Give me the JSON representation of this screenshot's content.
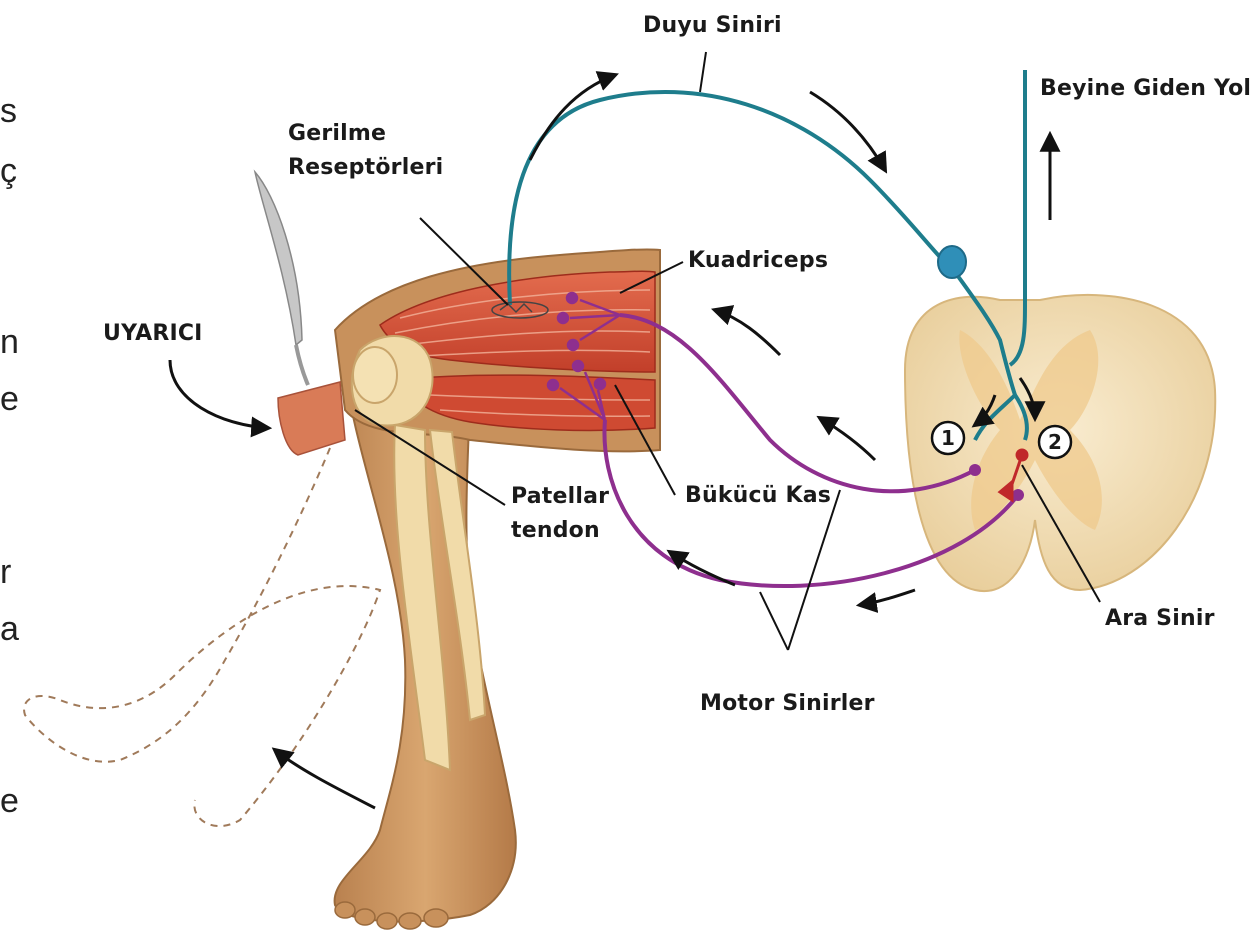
{
  "labels": {
    "sensory_nerve": "Duyu Siniri",
    "brain_path": "Beyine Giden Yol",
    "stretch_receptors": "Gerilme Reseptörleri",
    "quadriceps": "Kuadriceps",
    "stimulus": "UYARICI",
    "patellar_tendon": "Patellar tendon",
    "flexor_muscle": "Bükücü Kas",
    "interneuron": "Ara Sinir",
    "motor_nerves": "Motor Sinirler",
    "synapse_1": "1",
    "synapse_2": "2"
  },
  "left_edge_fragments": [
    "s",
    "ç",
    "n",
    "e",
    "r",
    "a",
    "e"
  ],
  "colors": {
    "sensory": "#1e7d8c",
    "motor": "#8e2f8e",
    "interneuron": "#c0282a",
    "muscle": "#d4543c",
    "bone": "#f1dba9",
    "skin": "#c8915c",
    "spinal_cord": "#f6e3bd"
  }
}
